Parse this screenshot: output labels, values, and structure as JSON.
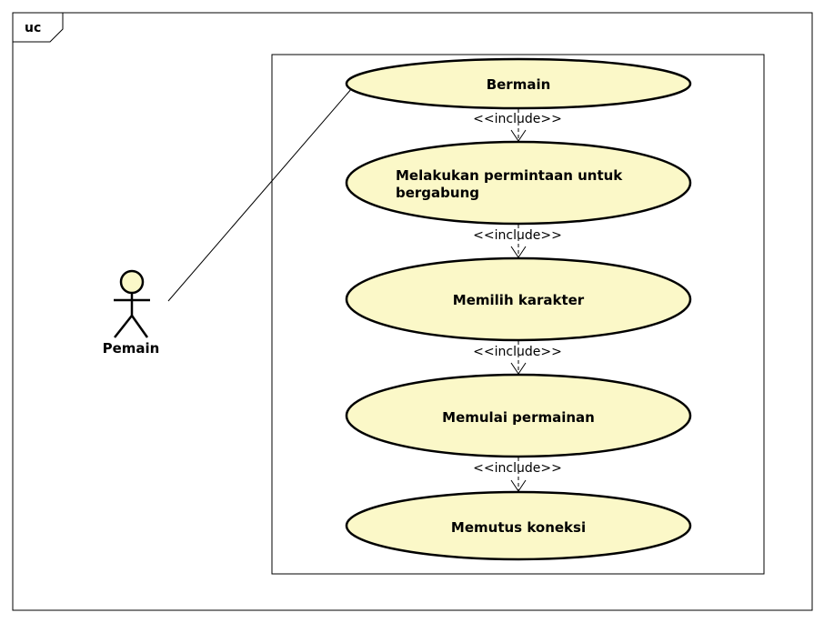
{
  "diagram": {
    "frame_label": "uc",
    "colors": {
      "usecase_fill": "#fbf8c8",
      "actor_fill": "#fbf8c8",
      "stroke": "#000000"
    },
    "actor": {
      "name": "Pemain",
      "icon": "stick-figure-icon"
    },
    "use_cases": [
      {
        "lines": [
          "Bermain"
        ]
      },
      {
        "lines": [
          "Melakukan permintaan untuk",
          "bergabung"
        ]
      },
      {
        "lines": [
          "Memilih karakter"
        ]
      },
      {
        "lines": [
          "Memulai permainan"
        ]
      },
      {
        "lines": [
          "Memutus koneksi"
        ]
      }
    ],
    "relations": [
      {
        "label": "<<include>>"
      },
      {
        "label": "<<include>>"
      },
      {
        "label": "<<include>>"
      },
      {
        "label": "<<include>>"
      }
    ]
  }
}
